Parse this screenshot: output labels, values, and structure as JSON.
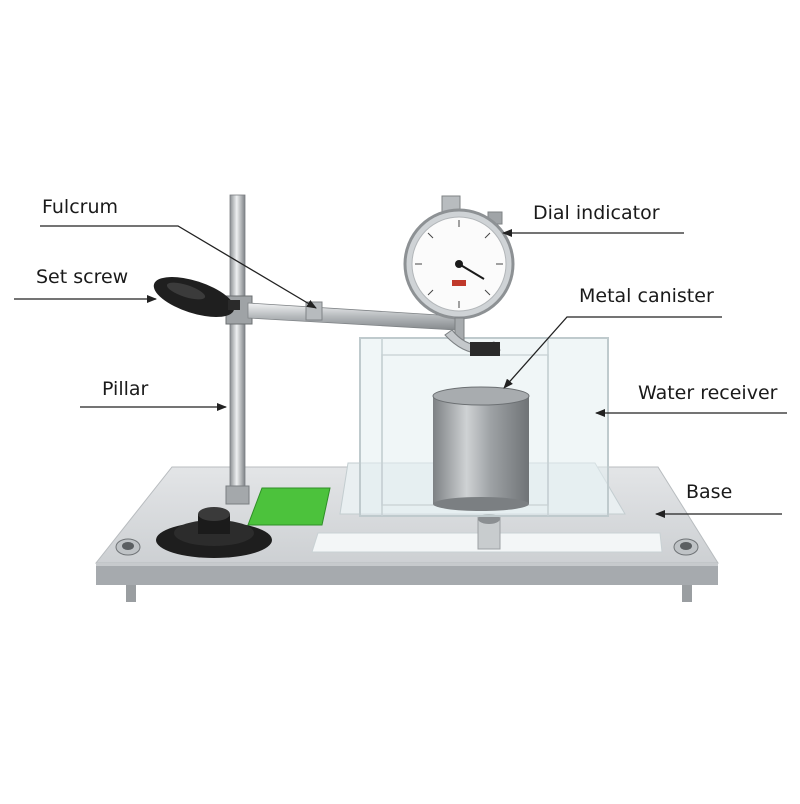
{
  "labels": {
    "fulcrum": "Fulcrum",
    "set_screw": "Set screw",
    "pillar": "Pillar",
    "dial_indicator": "Dial indicator",
    "metal_canister": "Metal canister",
    "water_receiver": "Water receiver",
    "base": "Base"
  },
  "colors": {
    "base_top": "#d6d9dc",
    "base_front": "#a9adb1",
    "metal": "#b9bdc0",
    "knob": "#1e1e1e",
    "glass": "#e4eef0",
    "green_plate": "#4cc23c",
    "leader": "#222222"
  }
}
